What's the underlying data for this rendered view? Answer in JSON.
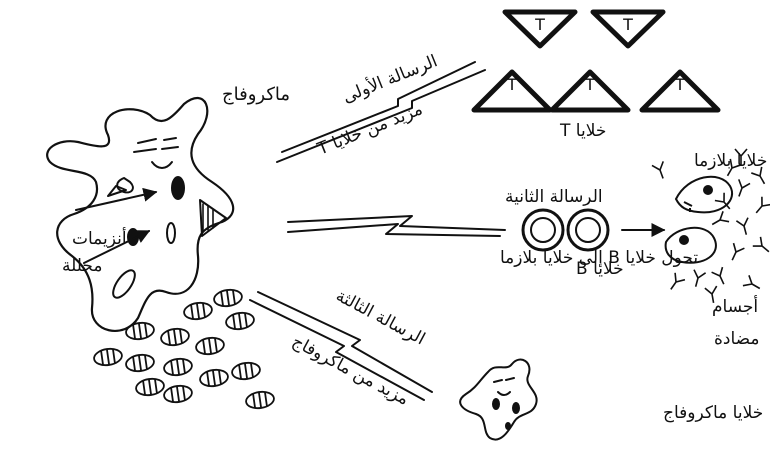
{
  "labels": {
    "macrophage": "ماكروفاج",
    "enzymes_line1": "أنزيمات",
    "enzymes_line2": "محللة",
    "message1": "الرسالة الأولى",
    "message1_sub": "مزيد من خلايا T",
    "message2": "الرسالة الثانية",
    "message2_sub": "تحول خلايا B إلى خلايا بلازما",
    "message3": "الرسالة الثالثة",
    "message3_sub": "مزيد من ماكروفاج",
    "t_cells": "خلايا T",
    "b_cells": "خلايا B",
    "plasma_cells": "خلايا بلازما",
    "antibodies_line1": "أجسام",
    "antibodies_line2": "مضادة",
    "macrophage_cells": "خلايا ماكروفاج",
    "t_letter": "T"
  }
}
